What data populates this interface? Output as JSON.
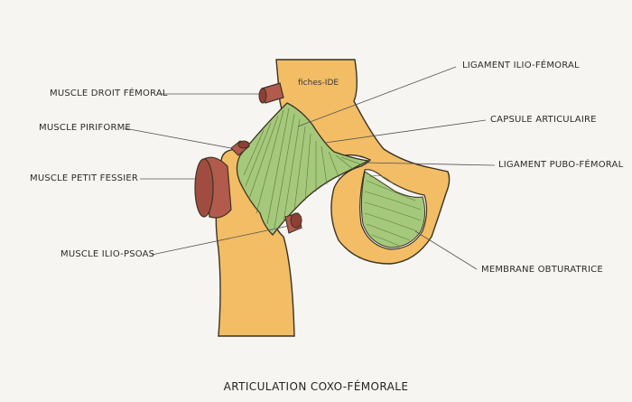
{
  "title": "ARTICULATION COXO-FÉMORALE",
  "watermark": "fiches-IDE",
  "labels": {
    "muscle_droit_femoral": "MUSCLE DROIT FÉMORAL",
    "muscle_piriforme": "MUSCLE PIRIFORME",
    "muscle_petit_fessier": "MUSCLE PETIT FESSIER",
    "muscle_ilio_psoas": "MUSCLE ILIO-PSOAS",
    "ligament_ilio_femoral": "LIGAMENT ILIO-FÉMORAL",
    "capsule_articulaire": "CAPSULE ARTICULAIRE",
    "ligament_pubo_femoral": "LIGAMENT PUBO-FÉMORAL",
    "membrane_obturatrice": "MEMBRANE OBTURATRICE"
  },
  "colors": {
    "bone": "#f2bd65",
    "ligament": "#a5c97a",
    "muscle": "#b25a4c",
    "outline": "#3b3324",
    "background": "#f6f5f1"
  }
}
